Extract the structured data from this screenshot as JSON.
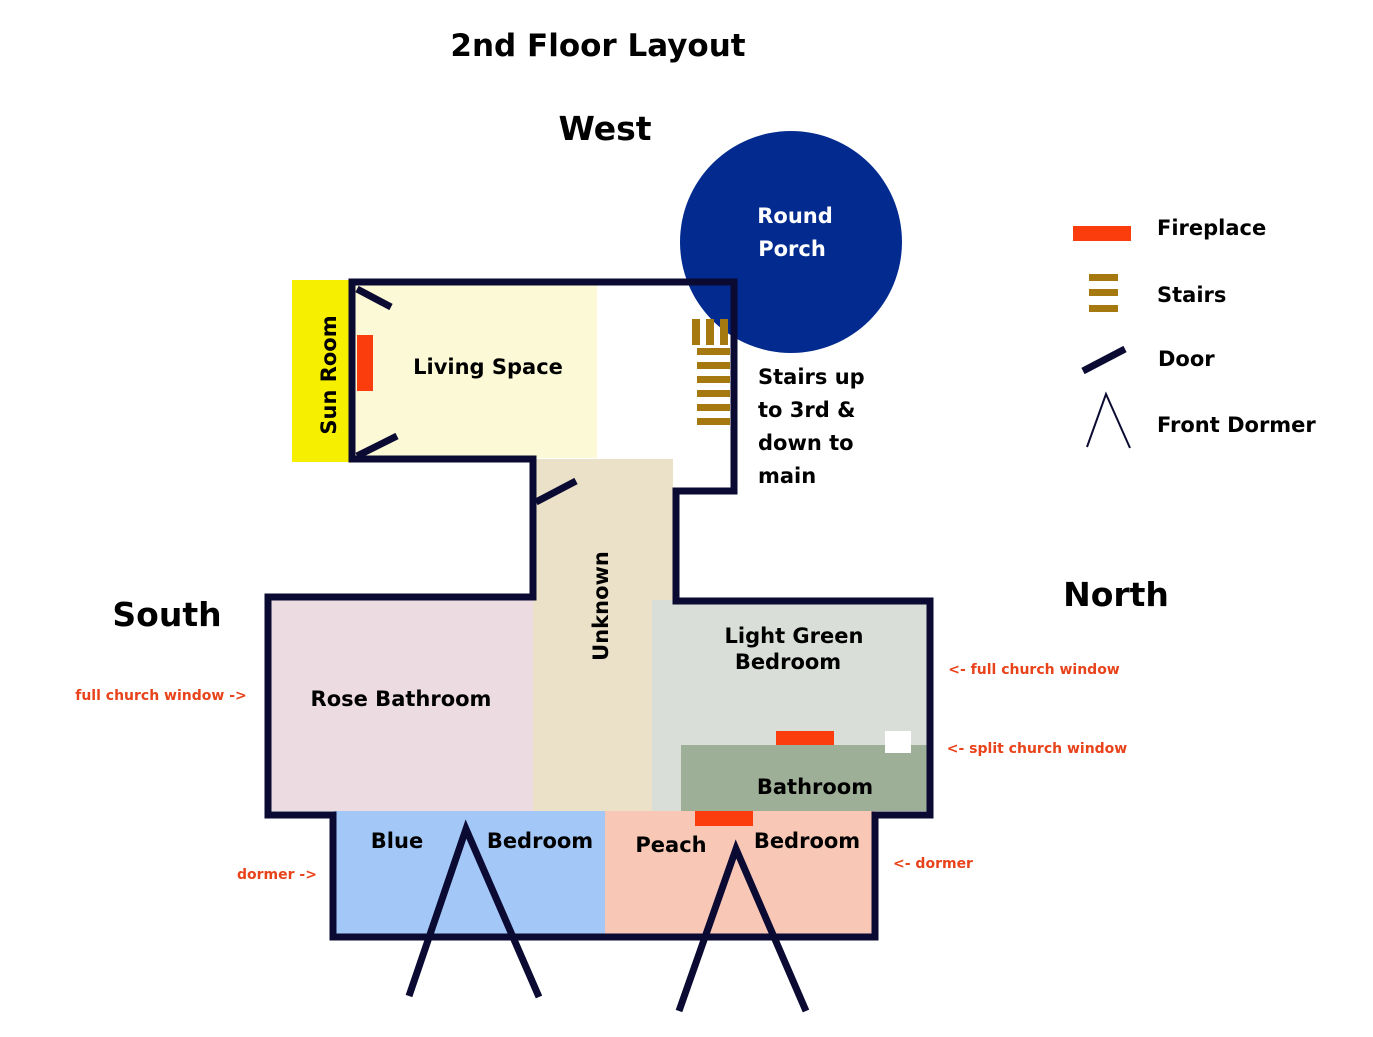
{
  "title": "2nd Floor Layout",
  "compass": {
    "west": "West",
    "south": "South",
    "north": "North"
  },
  "rooms": {
    "round_porch": [
      "Round",
      "Porch"
    ],
    "sun_room": "Sun Room",
    "living_space": "Living Space",
    "stairs_note": [
      "Stairs up",
      "to 3rd &",
      "down to",
      "main"
    ],
    "unknown": "Unknown",
    "rose_bathroom": "Rose Bathroom",
    "light_green_bedroom": [
      "Light Green",
      "Bedroom"
    ],
    "bathroom": "Bathroom",
    "blue_bedroom": [
      "Blue",
      "Bedroom"
    ],
    "peach_bedroom": [
      "Peach",
      "Bedroom"
    ]
  },
  "legend": {
    "fireplace": "Fireplace",
    "stairs": "Stairs",
    "door": "Door",
    "front_dormer": "Front Dormer"
  },
  "notes": {
    "south_window": "full church window ->",
    "north_full_window": "<- full church window",
    "north_split_window": "<- split church window",
    "south_dormer": "dormer ->",
    "north_dormer": "<- dormer"
  },
  "colors": {
    "wall": "#0a0a33",
    "porch": "#032b8f",
    "sun_room": "#f7ef00",
    "living_space": "#fcf9d6",
    "unknown": "#ebe1c8",
    "rose_bathroom": "#ecdbe0",
    "light_green_bedroom": "#d9dfd8",
    "bathroom": "#9eaf98",
    "blue_bedroom": "#a3c8f7",
    "peach_bedroom": "#f8c7b6",
    "fireplace": "#fb3d0d",
    "stairs": "#a5790f",
    "note": "#e8431b"
  }
}
